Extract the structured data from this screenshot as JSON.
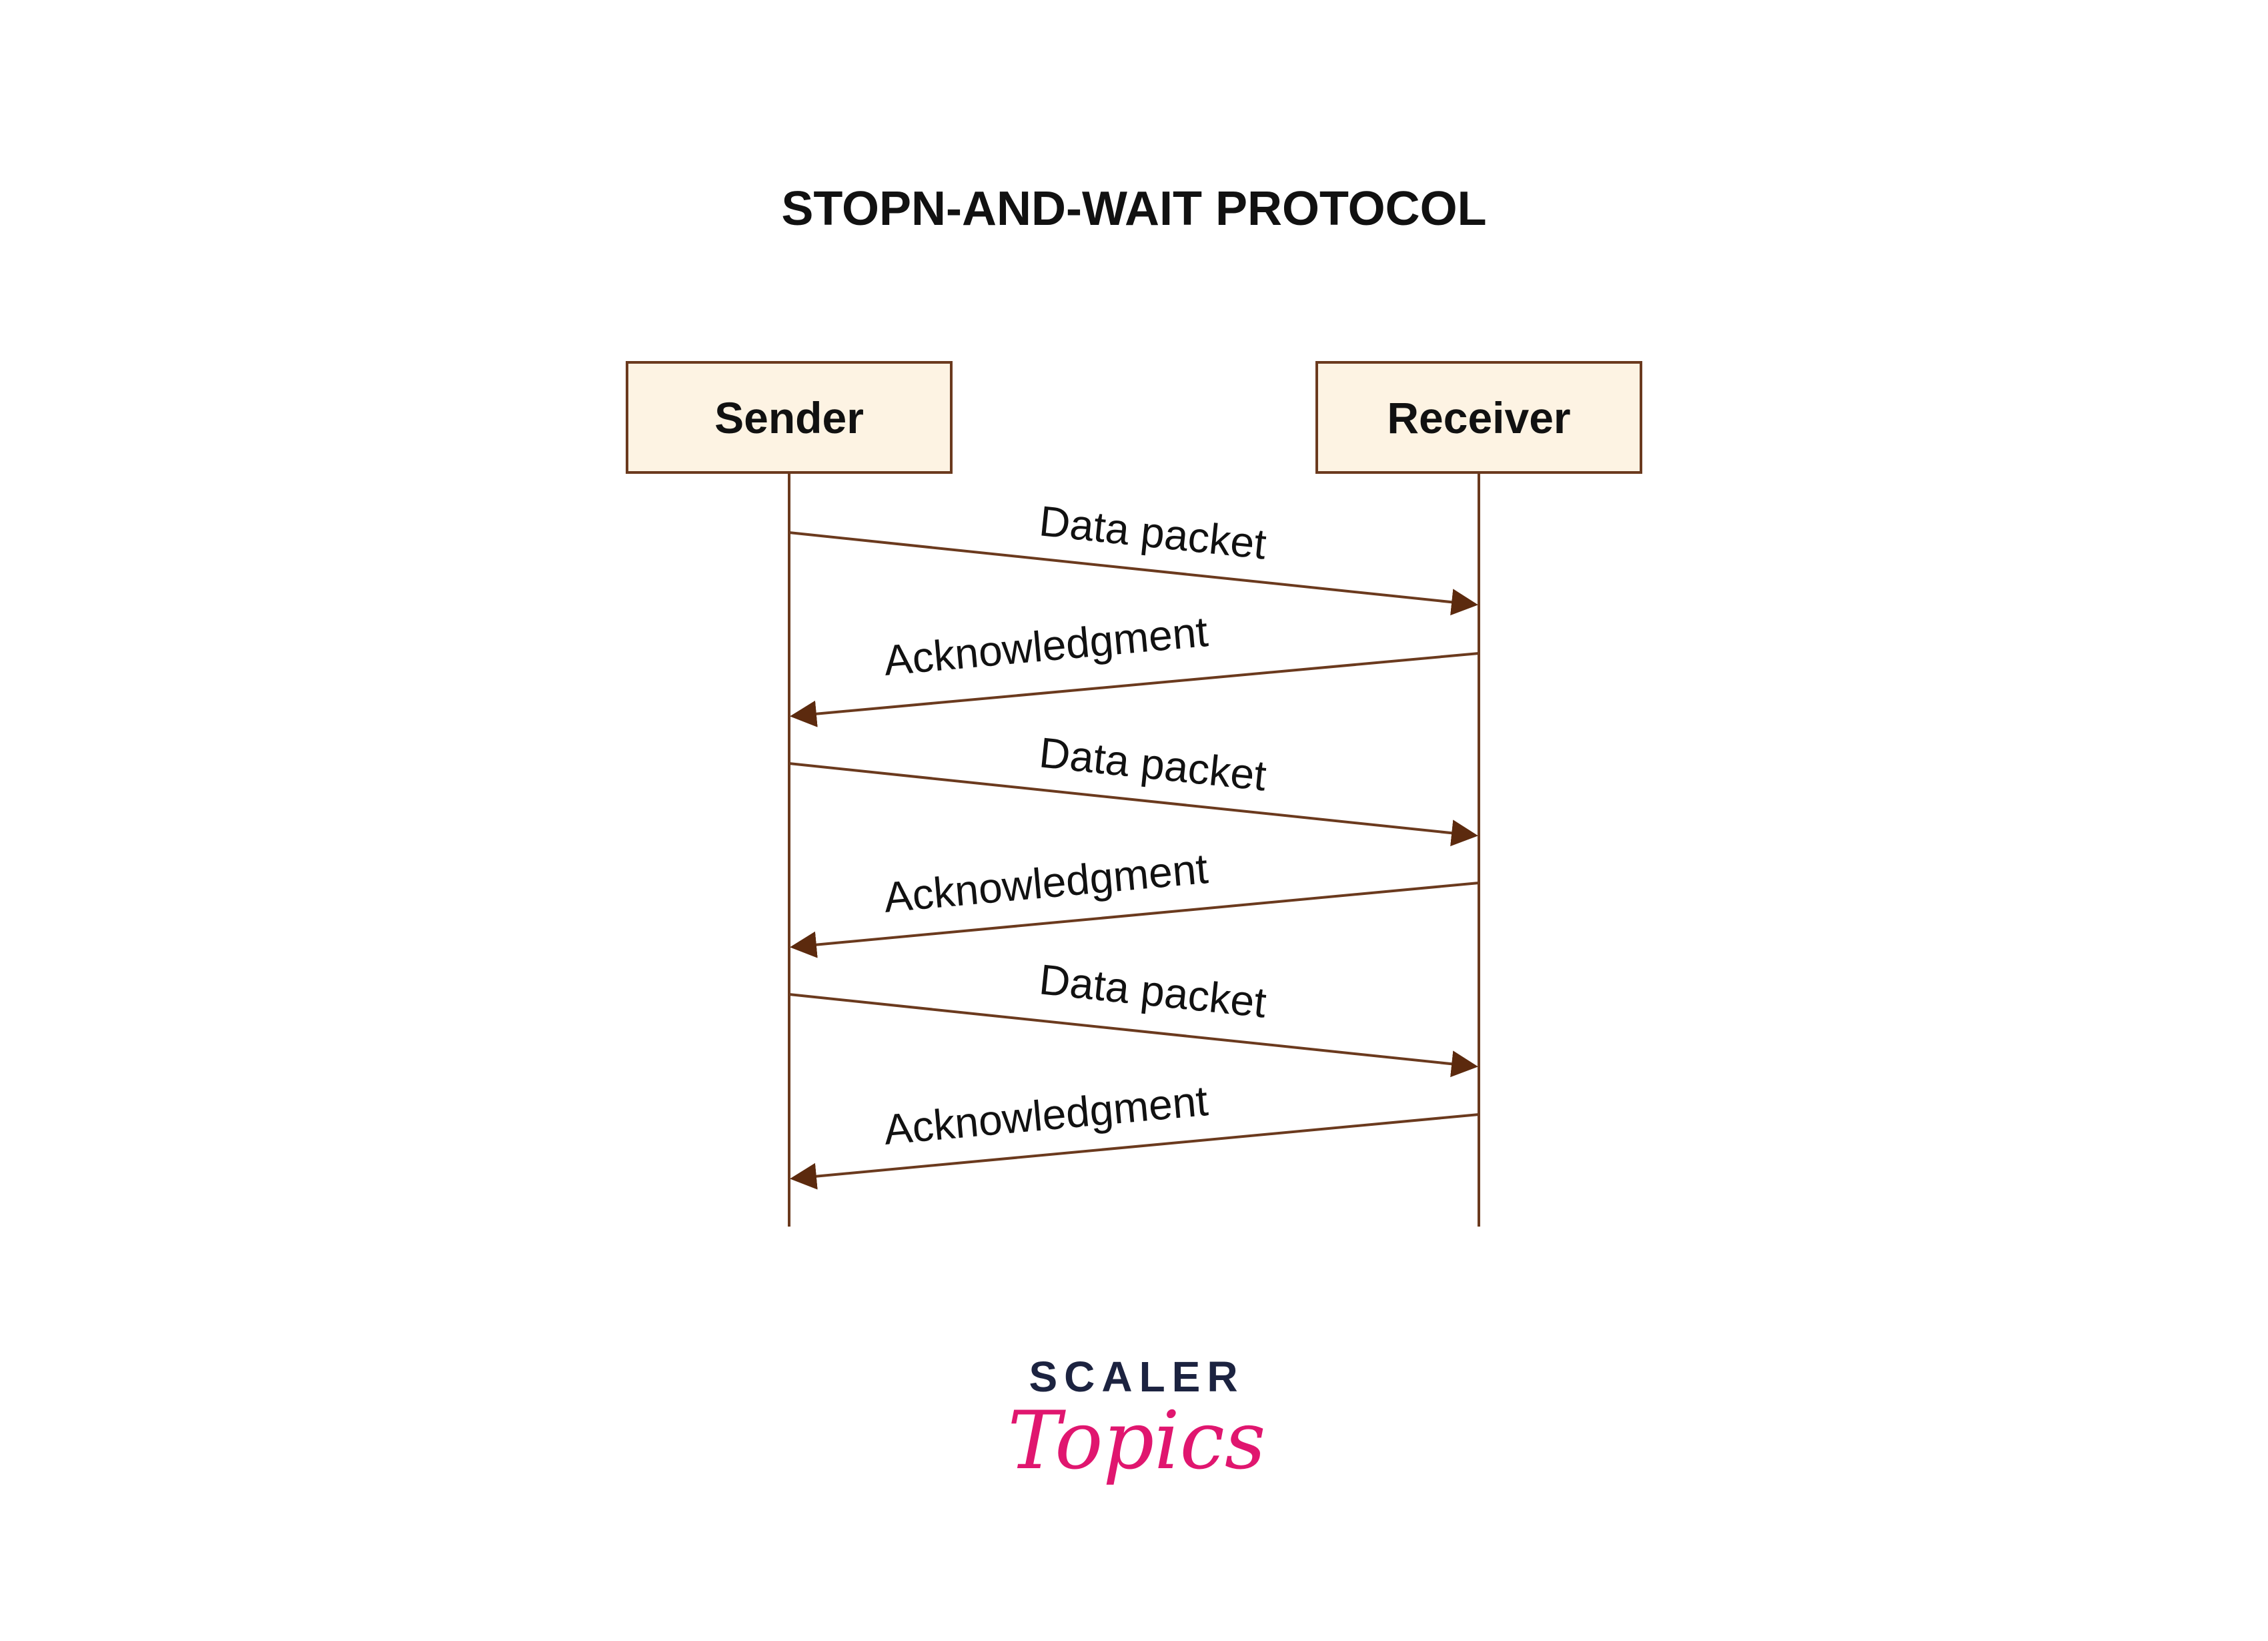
{
  "title": "STOPN-AND-WAIT PROTOCOL",
  "actors": {
    "sender": "Sender",
    "receiver": "Receiver"
  },
  "messages": [
    {
      "from": "sender",
      "to": "receiver",
      "label": "Data packet"
    },
    {
      "from": "receiver",
      "to": "sender",
      "label": "Acknowledgment"
    },
    {
      "from": "sender",
      "to": "receiver",
      "label": "Data packet"
    },
    {
      "from": "receiver",
      "to": "sender",
      "label": "Acknowledgment"
    },
    {
      "from": "sender",
      "to": "receiver",
      "label": "Data packet"
    },
    {
      "from": "receiver",
      "to": "sender",
      "label": "Acknowledgment"
    }
  ],
  "logo": {
    "word": "SCALER",
    "script": "Topics"
  },
  "colors": {
    "box_fill": "#fdf3e3",
    "box_stroke": "#6b3a1e",
    "line": "#6b3a1e",
    "arrow": "#5c2a0e",
    "logo_dark": "#1c2340",
    "logo_pink": "#e0166f"
  }
}
